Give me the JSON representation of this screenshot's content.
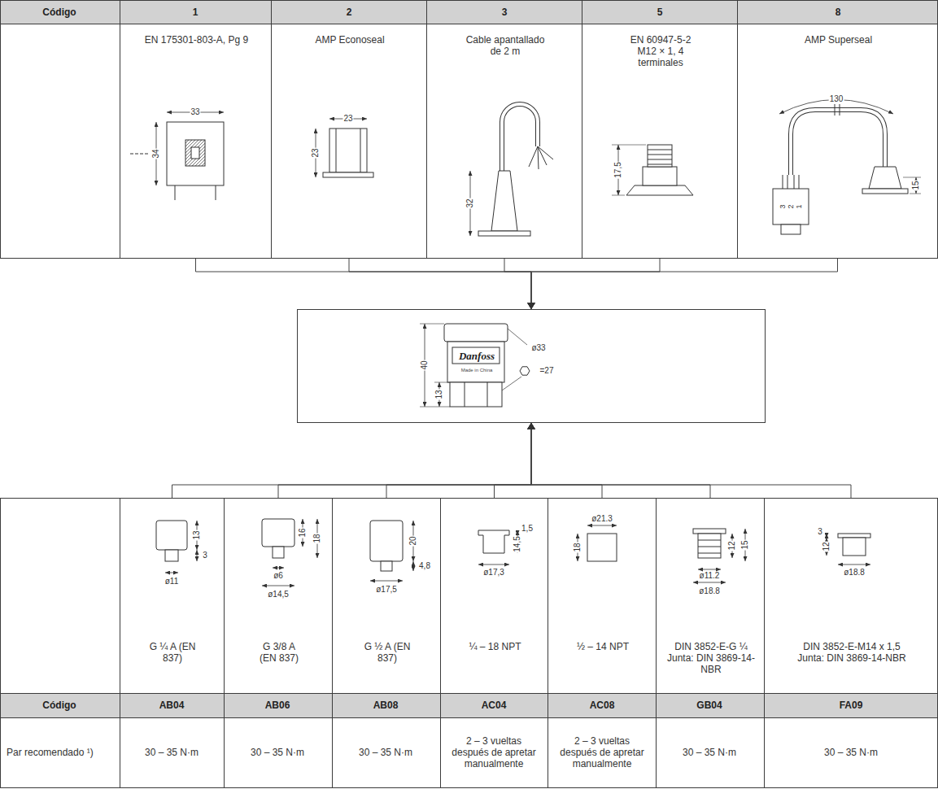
{
  "diagram": {
    "nodes": [
      {
        "text": [
          "EN 175301-803-A, Pg 9"
        ]
      },
      {
        "text": [
          "AMP Econoseal"
        ]
      },
      {
        "text": [
          "Cable apantallado de 2 m"
        ]
      },
      {
        "text": [
          "EN 60947-5-2 M12 × 1, 4 terminales"
        ]
      },
      {
        "text": [
          "AMP Superseal"
        ]
      },
      {
        "text": [
          "Danfoss",
          "Made in China"
        ]
      },
      {
        "text": [
          "G ¼ A (EN 837)"
        ]
      },
      {
        "text": [
          "G 3/8 A (EN 837)"
        ]
      },
      {
        "text": [
          "G ½ A (EN 837)"
        ]
      },
      {
        "text": [
          "¼ – 18 NPT"
        ]
      },
      {
        "text": [
          "½ – 14 NPT"
        ]
      },
      {
        "text": [
          "DIN 3852-E-G ¼ Junta: DIN 3869-14-NBR"
        ]
      },
      {
        "text": [
          "DIN 3852-E-M14 x 1,5 Junta: DIN 3869-14-NBR"
        ]
      }
    ],
    "edges": [
      {
        "from": 0,
        "to": 5,
        "arrow": "to"
      },
      {
        "from": 1,
        "to": 5,
        "arrow": "to"
      },
      {
        "from": 2,
        "to": 5,
        "arrow": "to"
      },
      {
        "from": 3,
        "to": 5,
        "arrow": "to"
      },
      {
        "from": 4,
        "to": 5,
        "arrow": "to"
      },
      {
        "from": 6,
        "to": 5,
        "arrow": "to"
      },
      {
        "from": 7,
        "to": 5,
        "arrow": "to"
      },
      {
        "from": 8,
        "to": 5,
        "arrow": "to"
      },
      {
        "from": 9,
        "to": 5,
        "arrow": "to"
      },
      {
        "from": 10,
        "to": 5,
        "arrow": "to"
      },
      {
        "from": 11,
        "to": 5,
        "arrow": "to"
      },
      {
        "from": 12,
        "to": 5,
        "arrow": "to"
      }
    ],
    "labels": [
      "Código",
      "1",
      "2",
      "3",
      "5",
      "8",
      "33",
      "34",
      "23",
      "23",
      "32",
      "17,5",
      "130",
      "3",
      "2",
      "1",
      "15",
      "40",
      "13",
      "ø33",
      "=27",
      "13",
      "3",
      "ø11",
      "16",
      "18",
      "ø6",
      "ø14,5",
      "20",
      "4,8",
      "ø17,5",
      "1,5",
      "14,5",
      "ø17,3",
      "ø21.3",
      "18",
      "12",
      "15",
      "ø11.2",
      "ø18.8",
      "3",
      "12",
      "ø18.8",
      "Código",
      "AB04",
      "AB06",
      "AB08",
      "AC04",
      "AC08",
      "GB04",
      "FA09",
      "Par recomendado ¹)",
      "30 – 35 N·m",
      "30 – 35 N·m",
      "30 – 35 N·m",
      "2 – 3 vueltas después de apretar manualmente",
      "2 – 3 vueltas después de apretar manualmente",
      "30 – 35 N·m",
      "30 – 35 N·m"
    ]
  }
}
